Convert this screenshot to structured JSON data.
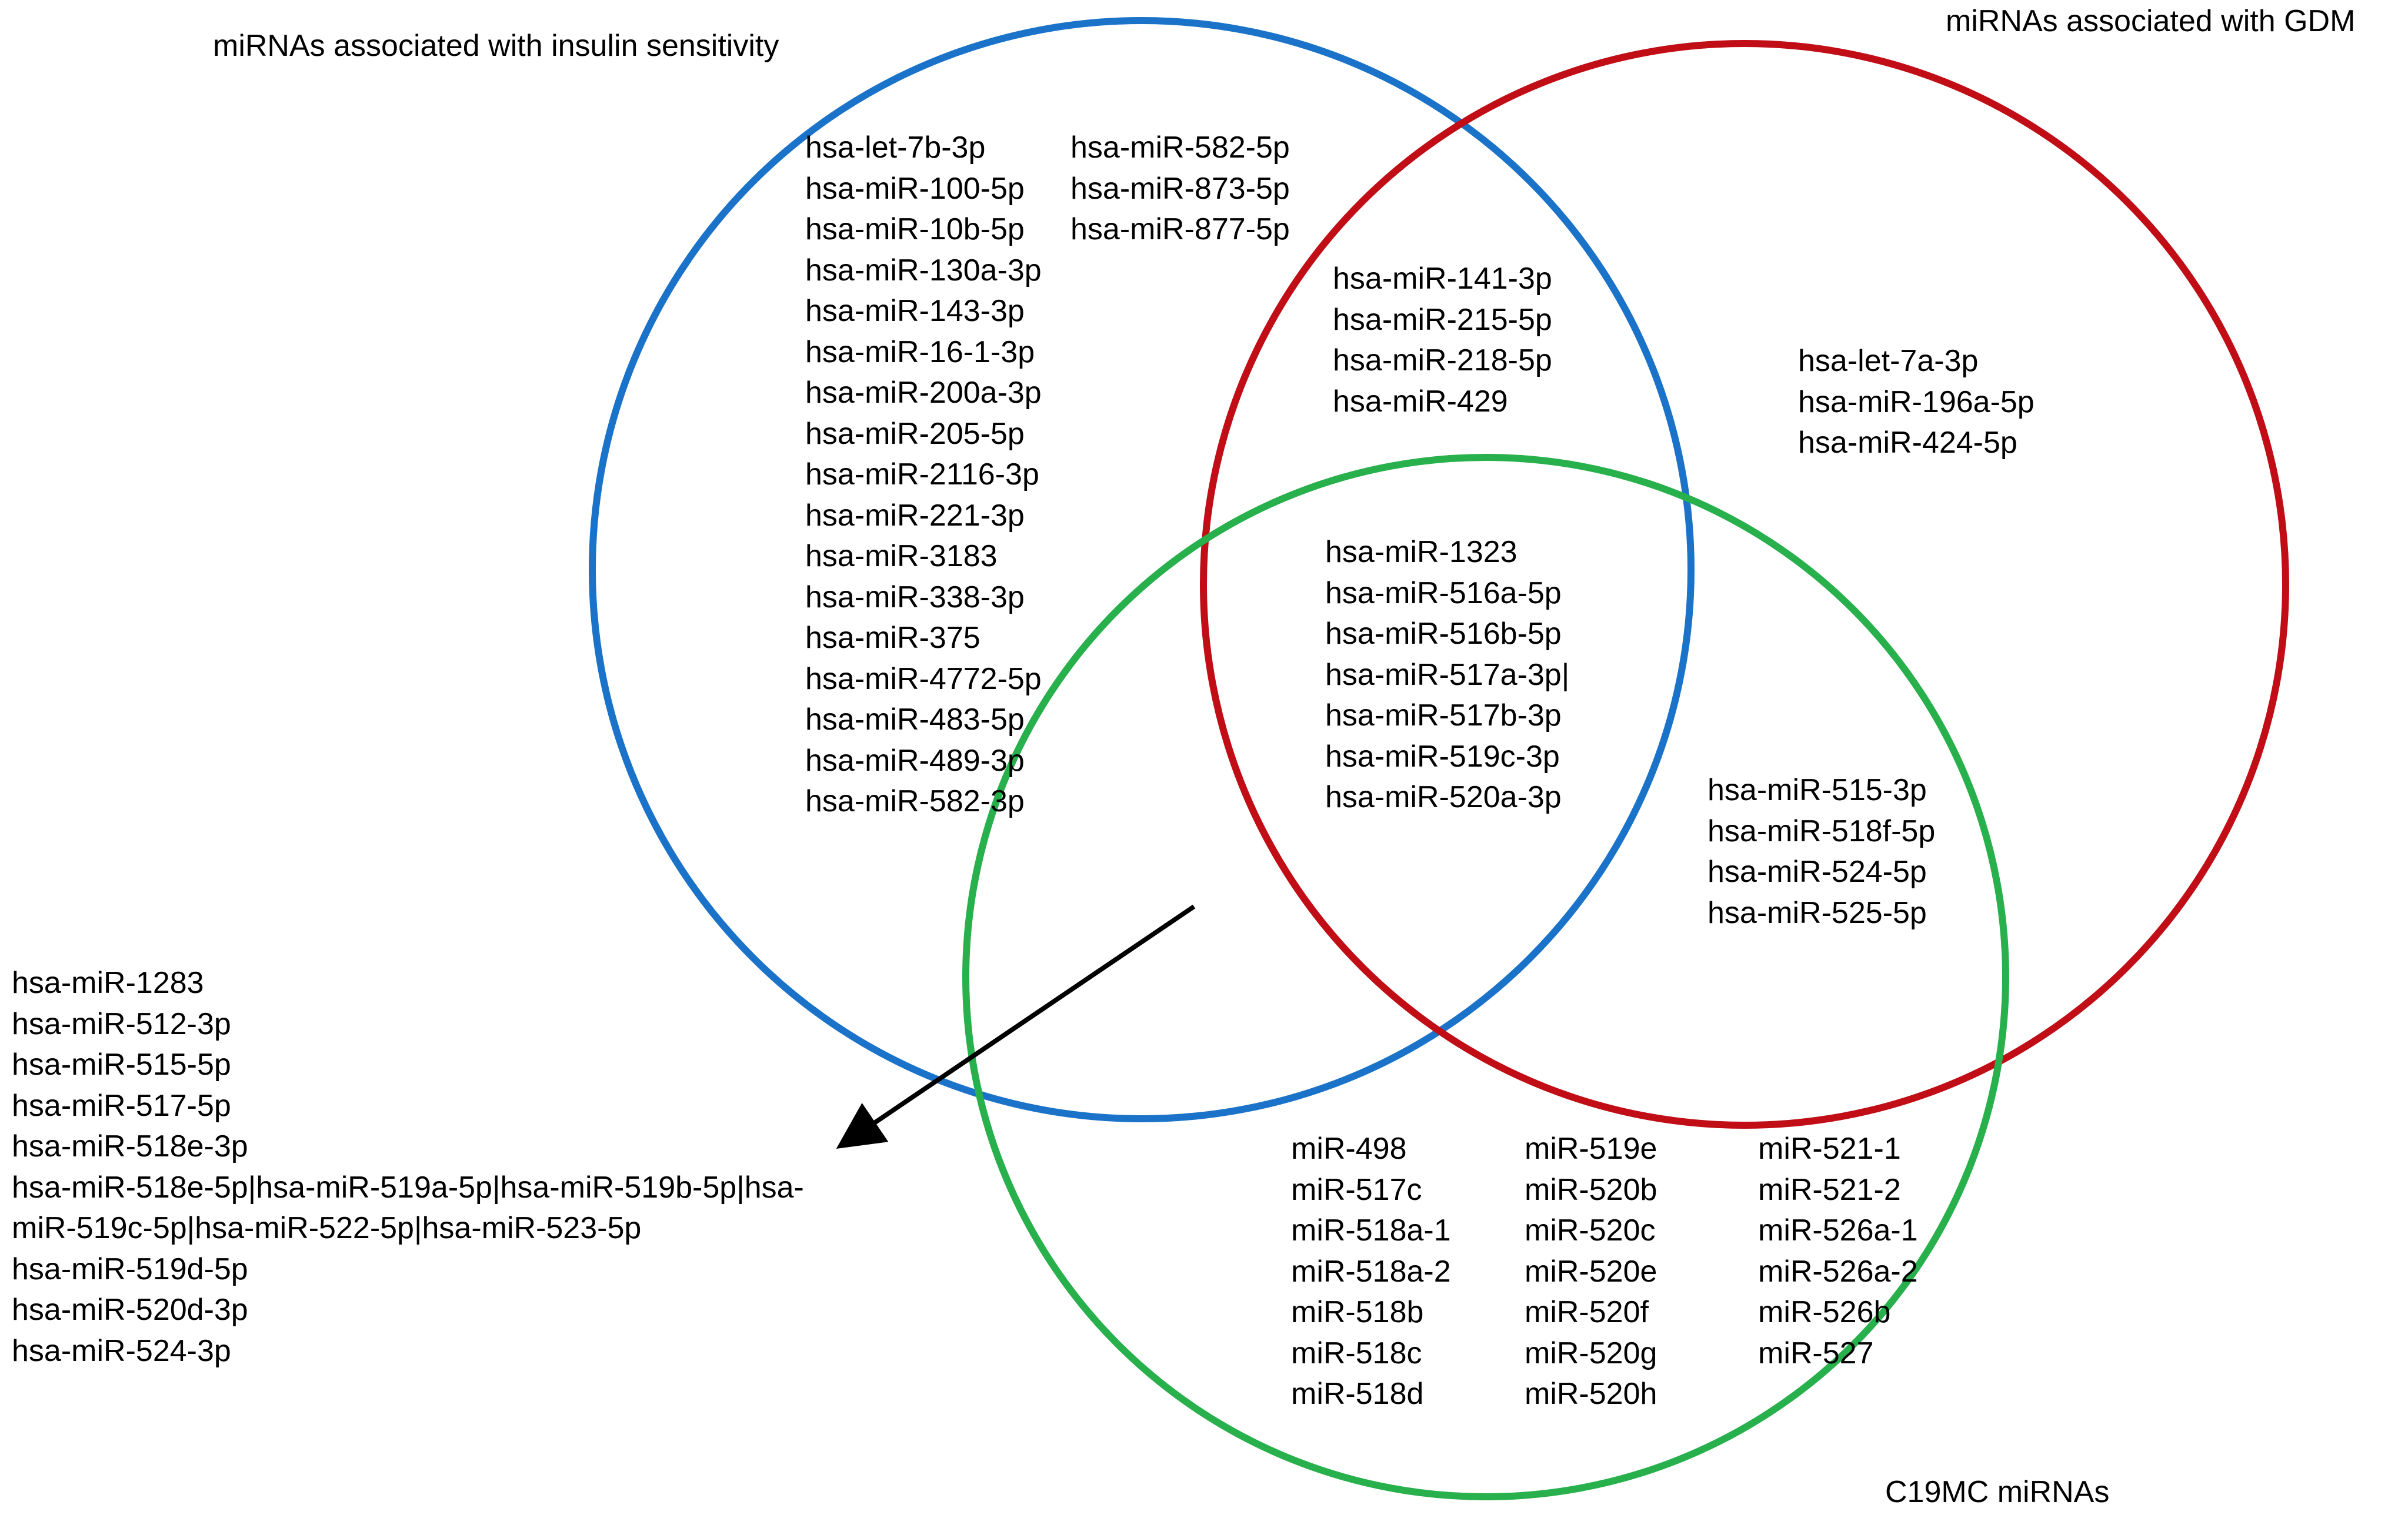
{
  "labels": {
    "insulin_sensitivity": "miRNAs associated with insulin sensitivity",
    "gdm": "miRNAs associated with GDM",
    "c19mc": "C19MC miRNAs"
  },
  "colors": {
    "insulin_sensitivity": "#1a73c9",
    "gdm": "#c00d16",
    "c19mc": "#27b04b",
    "arrow": "#000000"
  },
  "regions": {
    "insulin_only_col1": [
      "hsa-let-7b-3p",
      "hsa-miR-100-5p",
      "hsa-miR-10b-5p",
      "hsa-miR-130a-3p",
      "hsa-miR-143-3p",
      "hsa-miR-16-1-3p",
      "hsa-miR-200a-3p",
      "hsa-miR-205-5p",
      "hsa-miR-2116-3p",
      "hsa-miR-221-3p",
      "hsa-miR-3183",
      "hsa-miR-338-3p",
      "hsa-miR-375",
      "hsa-miR-4772-5p",
      "hsa-miR-483-5p",
      "hsa-miR-489-3p",
      "hsa-miR-582-3p"
    ],
    "insulin_only_col2": [
      "hsa-miR-582-5p",
      "hsa-miR-873-5p",
      "hsa-miR-877-5p"
    ],
    "insulin_and_gdm": [
      "hsa-miR-141-3p",
      "hsa-miR-215-5p",
      "hsa-miR-218-5p",
      "hsa-miR-429"
    ],
    "gdm_only": [
      "hsa-let-7a-3p",
      "hsa-miR-196a-5p",
      "hsa-miR-424-5p"
    ],
    "all_three": [
      "hsa-miR-1323",
      "hsa-miR-516a-5p",
      "hsa-miR-516b-5p",
      "hsa-miR-517a-3p|",
      "hsa-miR-517b-3p",
      "hsa-miR-519c-3p",
      "hsa-miR-520a-3p"
    ],
    "gdm_and_c19mc": [
      "hsa-miR-515-3p",
      "hsa-miR-518f-5p",
      "hsa-miR-524-5p",
      "hsa-miR-525-5p"
    ],
    "c19mc_only_col1": [
      "miR-498",
      "miR-517c",
      "miR-518a-1",
      "miR-518a-2",
      "miR-518b",
      "miR-518c",
      "miR-518d"
    ],
    "c19mc_only_col2": [
      "miR-519e",
      "miR-520b",
      "miR-520c",
      "miR-520e",
      "miR-520f",
      "miR-520g",
      "miR-520h"
    ],
    "c19mc_only_col3": [
      "miR-521-1",
      "miR-521-2",
      "miR-526a-1",
      "miR-526a-2",
      "miR-526b",
      "miR-527"
    ],
    "insulin_and_c19mc": [
      "hsa-miR-1283",
      "hsa-miR-512-3p",
      "hsa-miR-515-5p",
      "hsa-miR-517-5p",
      "hsa-miR-518e-3p",
      "hsa-miR-518e-5p|hsa-miR-519a-5p|hsa-miR-519b-5p|hsa-",
      "miR-519c-5p|hsa-miR-522-5p|hsa-miR-523-5p",
      "hsa-miR-519d-5p",
      "hsa-miR-520d-3p",
      "hsa-miR-524-3p"
    ]
  }
}
